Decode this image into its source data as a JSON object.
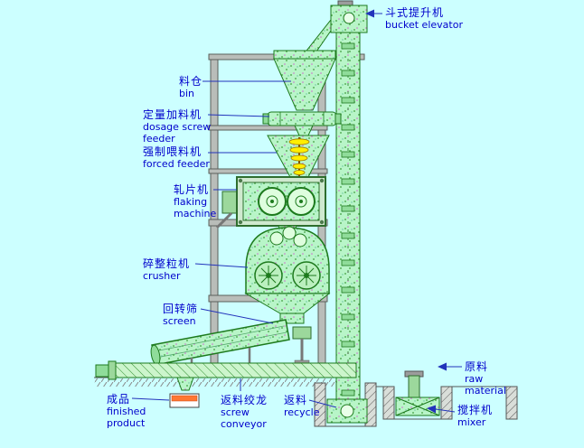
{
  "colors": {
    "background": "#ccffff",
    "label_text": "#0000cc",
    "machine_green": "#b8f5c8",
    "machine_outline": "#1d7a1d",
    "frame_gray": "#b9bdb9",
    "screw_yellow": "#ffee00",
    "product_orange": "#ff7733",
    "leader_line": "#2233bb"
  },
  "labels": {
    "bucket_elevator": {
      "lines": [
        "斗式提升机",
        "bucket elevator"
      ]
    },
    "bin": {
      "lines": [
        "料仓",
        "bin"
      ]
    },
    "dosage_feeder": {
      "lines": [
        "定量加料机",
        "dosage screw",
        "feeder"
      ]
    },
    "forced_feeder": {
      "lines": [
        "强制喂料机",
        "forced feeder"
      ]
    },
    "flaking_machine": {
      "lines": [
        "轧片机",
        "flaking",
        "machine"
      ]
    },
    "crusher": {
      "lines": [
        "碎整粒机",
        "crusher"
      ]
    },
    "screen": {
      "lines": [
        "回转筛",
        "screen"
      ]
    },
    "raw_material": {
      "lines": [
        "原料",
        "raw",
        "material"
      ]
    },
    "finished_product": {
      "lines": [
        "成品",
        "finished",
        "product"
      ]
    },
    "screw_conveyor": {
      "lines": [
        "返料绞龙",
        "screw",
        "conveyor"
      ]
    },
    "recycle": {
      "lines": [
        "返料",
        "recycle"
      ]
    },
    "mixer": {
      "lines": [
        "搅拌机",
        "mixer"
      ]
    }
  }
}
